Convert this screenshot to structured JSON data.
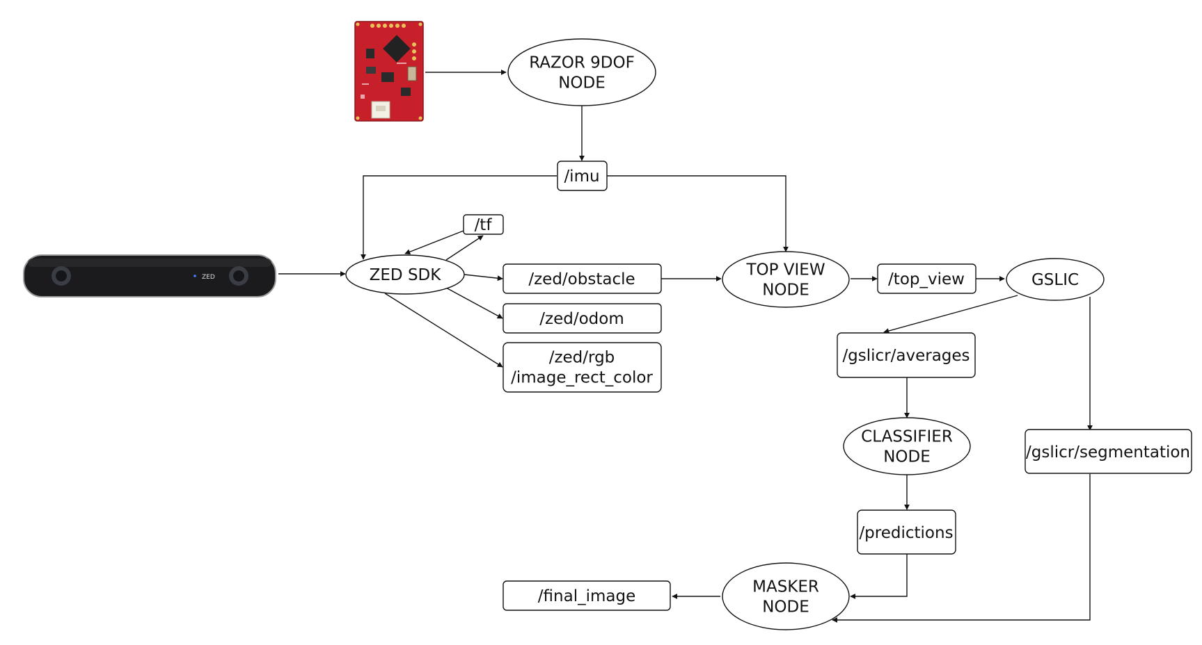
{
  "nodes": {
    "razor": [
      "RAZOR 9DOF",
      "NODE"
    ],
    "zed_sdk": [
      "ZED SDK"
    ],
    "top_view_node": [
      "TOP VIEW",
      "NODE"
    ],
    "gslic": [
      "GSLIC"
    ],
    "classifier": [
      "CLASSIFIER",
      "NODE"
    ],
    "masker": [
      "MASKER",
      "NODE"
    ]
  },
  "topics": {
    "imu": [
      "/imu"
    ],
    "tf": [
      "/tf"
    ],
    "zed_obstacle": [
      "/zed/obstacle"
    ],
    "zed_odom": [
      "/zed/odom"
    ],
    "zed_rgb": [
      "/zed/rgb",
      "/image_rect_color"
    ],
    "top_view": [
      "/top_view"
    ],
    "gslicr_averages": [
      "/gslicr/averages"
    ],
    "gslicr_segmentation": [
      "/gslicr/segmentation"
    ],
    "predictions": [
      "/predictions"
    ],
    "final_image": [
      "/final_image"
    ]
  },
  "devices": {
    "camera_brand": "ZED"
  },
  "colors": {
    "stroke": "#111111",
    "board_red": "#c8202a",
    "camera_body": "#1b1b1d"
  },
  "icons": [
    "razor-imu-board-icon",
    "zed-stereo-camera-icon"
  ]
}
